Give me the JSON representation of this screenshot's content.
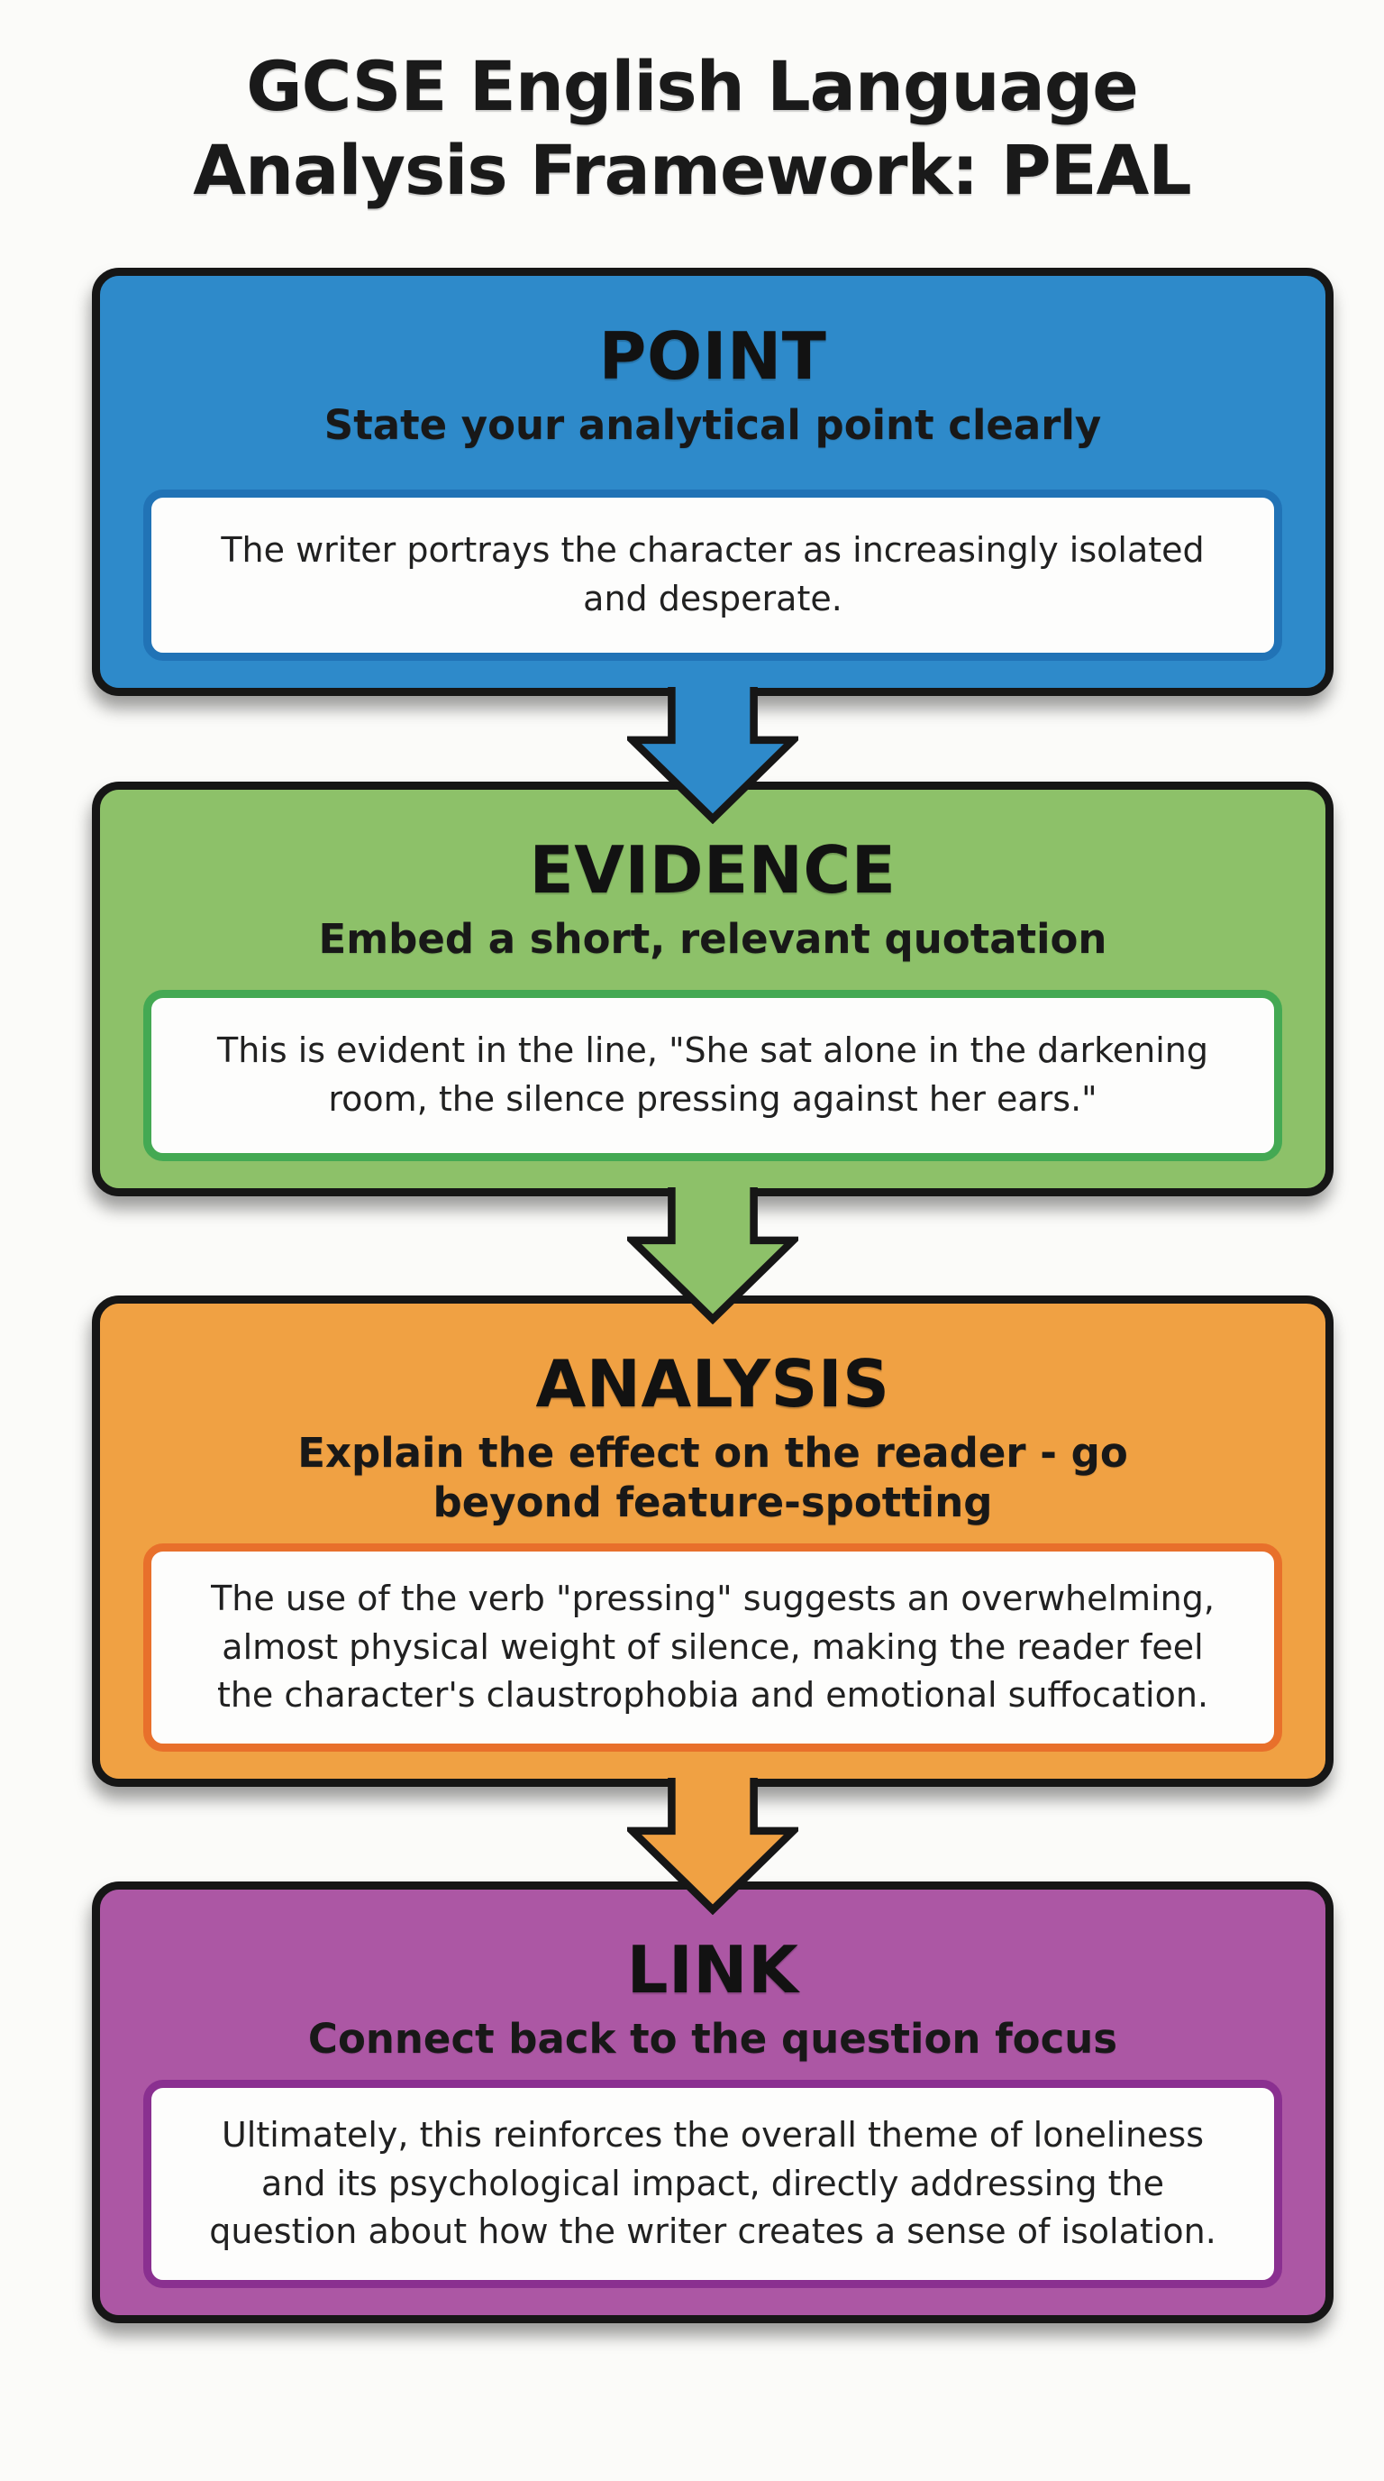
{
  "page": {
    "background": "#fbfbf9",
    "border_black": "#161616",
    "example_background": "#fdfdfc",
    "text_color": "#212121"
  },
  "title": {
    "line1": "GCSE English Language",
    "line2": "Analysis Framework: PEAL",
    "color": "#1a1a1a"
  },
  "sections": [
    {
      "heading": "POINT",
      "subtitle": "State your analytical point clearly",
      "example": "The writer portrays the character as increasingly isolated and desperate.",
      "colors": {
        "fill": "#2E8ACA",
        "inner_border": "#2173B6"
      }
    },
    {
      "heading": "EVIDENCE",
      "subtitle": "Embed a short, relevant quotation",
      "example": "This is evident in the line, \"She sat alone in the darkening room, the silence pressing against her ears.\"",
      "colors": {
        "fill": "#8DC169",
        "inner_border": "#44A953"
      }
    },
    {
      "heading": "ANALYSIS",
      "subtitle": "Explain the effect on the reader - go beyond feature-spotting",
      "example": "The use of the verb \"pressing\" suggests an overwhelming, almost physical weight of silence, making the reader feel the character's claustrophobia and emotional suffocation.",
      "colors": {
        "fill": "#F0A143",
        "inner_border": "#E8702B"
      }
    },
    {
      "heading": "LINK",
      "subtitle": "Connect back to the question focus",
      "example": "Ultimately, this reinforces the overall theme of loneliness and its psychological impact, directly addressing the question about how the writer creates a sense of isolation.",
      "colors": {
        "fill": "#AC57A4",
        "inner_border": "#8A3090"
      }
    }
  ],
  "arrows": [
    {
      "icon": "down-arrow",
      "from": "POINT",
      "to": "EVIDENCE",
      "color": "#2E8ACA"
    },
    {
      "icon": "down-arrow",
      "from": "EVIDENCE",
      "to": "ANALYSIS",
      "color": "#8DC169"
    },
    {
      "icon": "down-arrow",
      "from": "ANALYSIS",
      "to": "LINK",
      "color": "#F0A143"
    }
  ]
}
